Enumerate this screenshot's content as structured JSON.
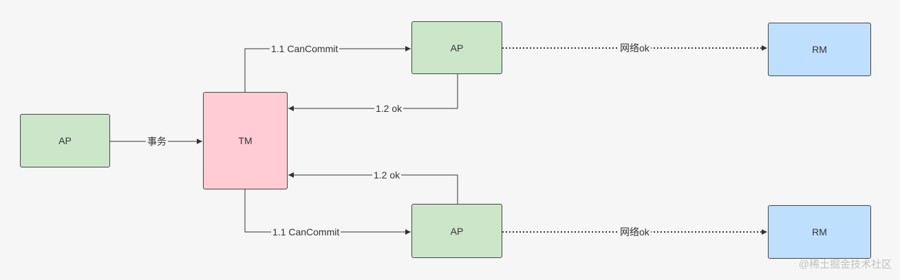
{
  "nodes": {
    "client_ap": "AP",
    "tm": "TM",
    "ap_top": "AP",
    "ap_bottom": "AP",
    "rm_top": "RM",
    "rm_bottom": "RM"
  },
  "edges": {
    "transaction": "事务",
    "cancommit_top": "1.1 CanCommit",
    "ok_top": "1.2 ok",
    "ok_bottom": "1.2 ok",
    "cancommit_bottom": "1.1 CanCommit",
    "network_top": "网络ok",
    "network_bottom": "网络ok"
  },
  "watermark": "@稀土掘金技术社区",
  "colors": {
    "ap_fill": "#cbe6c9",
    "tm_fill": "#ffccd4",
    "rm_fill": "#bfdfff",
    "stroke": "#444444"
  }
}
